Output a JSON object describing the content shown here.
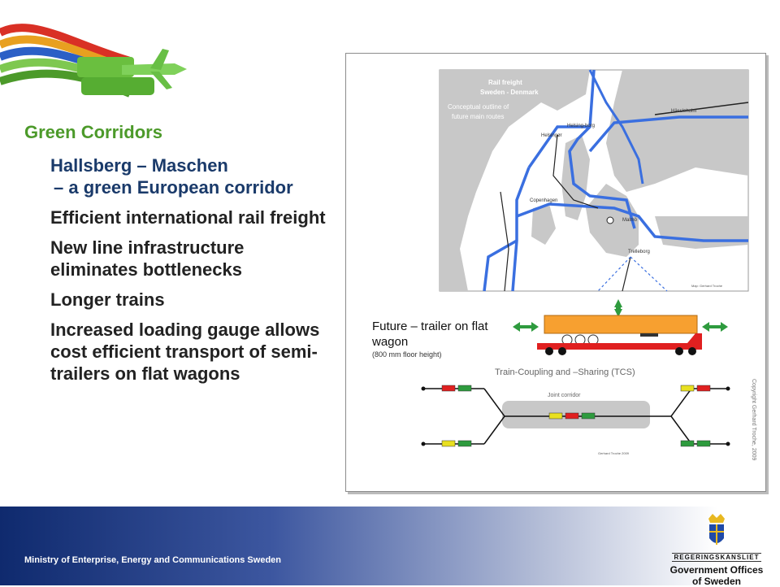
{
  "slide": {
    "title": "Green Corridors",
    "bullets": [
      {
        "line1": "Hallsberg – Maschen",
        "line2": " – a green European corridor"
      },
      {
        "line1": "Efficient international rail freight"
      },
      {
        "line1": "New line infrastructure eliminates bottlenecks"
      },
      {
        "line1": "Longer trains"
      },
      {
        "line1": "Increased loading gauge allows cost efficient transport of semi-trailers on flat wagons"
      }
    ]
  },
  "map": {
    "title": "Rail freight",
    "subtitle": "Sweden - Denmark",
    "note": "Conceptual outline of future main routes",
    "places": {
      "hassleholm": "Hässleholm",
      "helsingborg": "Helsing-borg",
      "helsingor": "Helsingør",
      "copenhagen": "Copenhagen",
      "malmo": "Malmö",
      "trelleborg": "Trelleborg"
    },
    "credit": "Map: Gerhard Troche"
  },
  "wagon": {
    "caption": "Future – trailer on flat wagon",
    "caption_small": "(800 mm floor height)"
  },
  "tcs": {
    "title": "Train-Coupling and –Sharing (TCS)",
    "joint_label": "Joint corridor",
    "credit": "Gerhard Troche 2009"
  },
  "copyright": "Copyright Gerhard Troche, 2009",
  "footer": {
    "ministry": "Ministry of Enterprise, Energy and Communications Sweden",
    "brand": "REGERINGSKANSLIET",
    "gov_line1": "Government Offices",
    "gov_line2": "of Sweden"
  },
  "colors": {
    "accent_green": "#4c9a2a",
    "route_blue": "#3a6fe0",
    "footer_blue": "#0f2a6e"
  },
  "icons": [
    "transport-logo-icon",
    "swedish-crown-icon"
  ]
}
